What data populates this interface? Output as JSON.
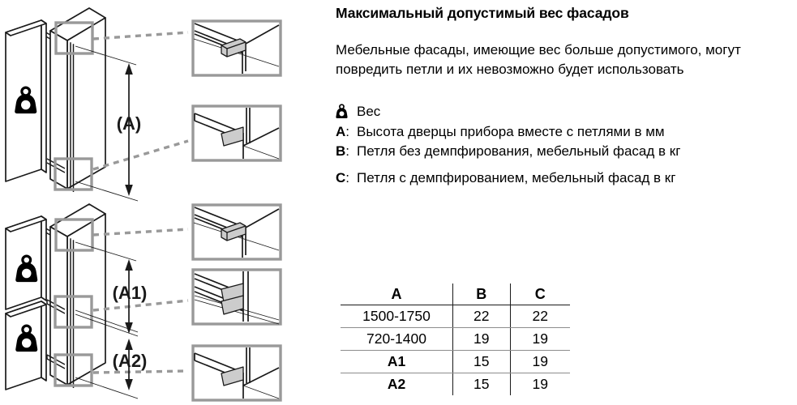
{
  "document": {
    "heading": "Максимальный допустимый вес фасадов",
    "intro": "Мебельные фасады, имеющие вес больше допустимого, могут повредить петли и их невозможно будет использовать"
  },
  "legend": [
    {
      "key": "",
      "icon": "weight-icon",
      "colon": "",
      "text": "Вес"
    },
    {
      "key": "A",
      "icon": "",
      "colon": ":",
      "text": "Высота дверцы прибора вместе с петлями в мм"
    },
    {
      "key": "B",
      "icon": "",
      "colon": ":",
      "text": "Петля без демпфирования, мебельный фасад в кг"
    },
    {
      "key": "C",
      "icon": "",
      "colon": ":",
      "text": "Петля с демпфированием, мебельный фасад в кг"
    }
  ],
  "table": {
    "headers": [
      "A",
      "B",
      "C"
    ],
    "rows": [
      {
        "a": "1500-1750",
        "b": "22",
        "c": "22",
        "a_bold": false
      },
      {
        "a": "720-1400",
        "b": "19",
        "c": "19",
        "a_bold": false
      },
      {
        "a": "A1",
        "b": "15",
        "c": "19",
        "a_bold": true
      },
      {
        "a": "A2",
        "b": "15",
        "c": "19",
        "a_bold": true
      }
    ]
  },
  "figures": [
    {
      "id": "single-door-figure",
      "dimension_labels": [
        "(A)"
      ],
      "weight_icons": 1,
      "callouts": 2,
      "detail_views": 2
    },
    {
      "id": "two-door-figure",
      "dimension_labels": [
        "(A1)",
        "(A2)"
      ],
      "weight_icons": 2,
      "callouts": 3,
      "detail_views": 3
    }
  ],
  "colors": {
    "line": "#1a1a1a",
    "callout_border": "#999999",
    "leader_dash": "#999999",
    "hinge_fill": "#cccccc",
    "rule_gray": "#8c8c8c",
    "background": "#ffffff"
  }
}
